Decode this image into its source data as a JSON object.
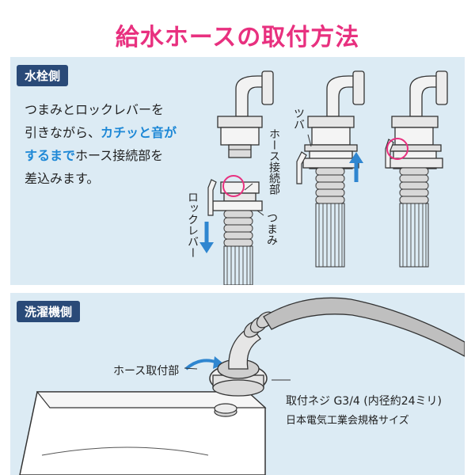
{
  "title": "給水ホースの取付方法",
  "faucet_section": {
    "badge": "水栓側",
    "line1": "つまみとロックレバーを",
    "line2_pre": "引きながら、",
    "line2_hl": "カチッと音が",
    "line3_hl": "するまで",
    "line3_post": "ホース接続部を",
    "line4": "差込みます。",
    "label_hose_connector": "ホース接続部",
    "label_lock_lever": "ロックレバー",
    "label_knob": "つまみ",
    "label_flange": "ツバ"
  },
  "washer_section": {
    "badge": "洗濯機側",
    "label_hose_mount": "ホース取付部",
    "label_thread": "取付ネジ G3/4 (内径約24ミリ)",
    "label_standard": "日本電気工業会規格サイズ"
  },
  "colors": {
    "title": "#e8307f",
    "badge_bg": "#2a4a78",
    "panel_bg": "#dcebf4",
    "highlight_text": "#1e88d6",
    "arrow": "#2f86d0",
    "circle": "#e8307f"
  }
}
